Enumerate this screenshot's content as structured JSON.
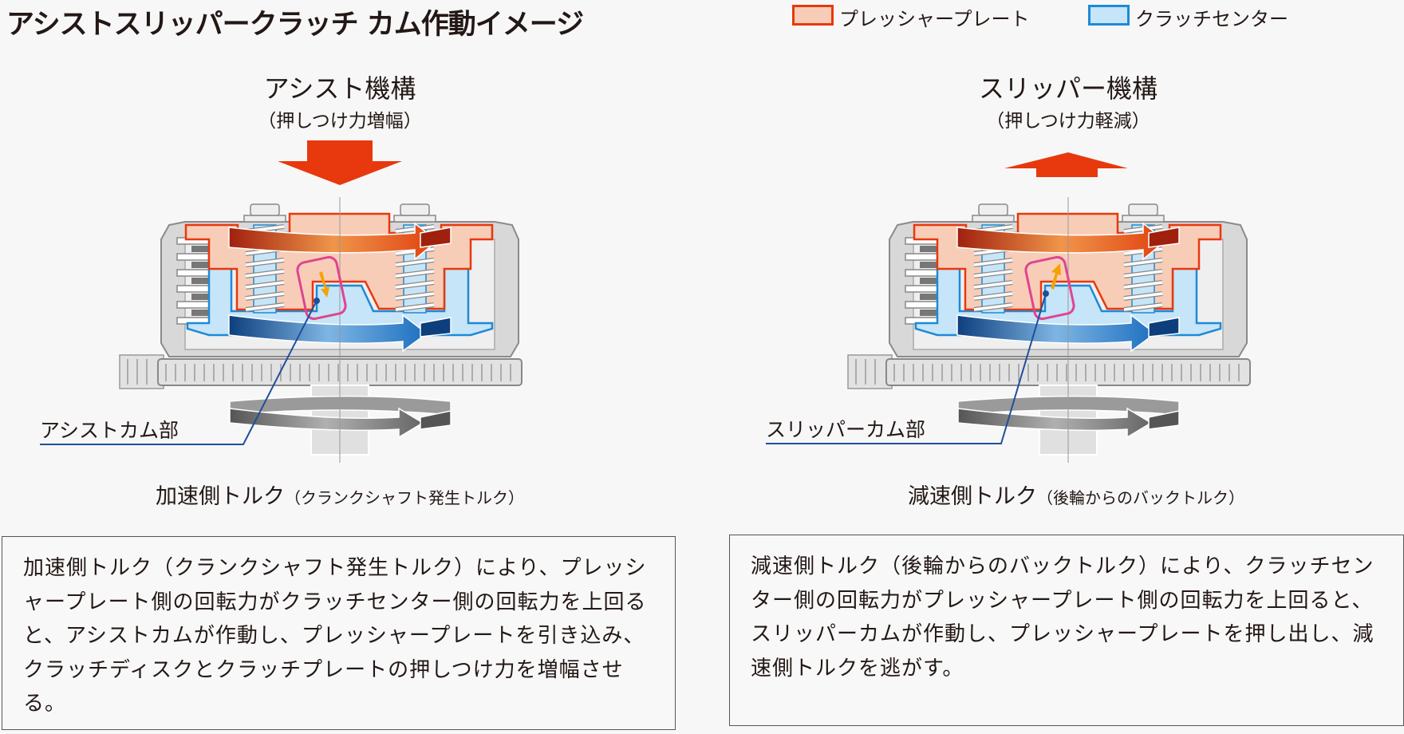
{
  "title": "アシストスリッパークラッチ カム作動イメージ",
  "legend": [
    {
      "label": "プレッシャープレート",
      "fill": "#f8cdb8",
      "stroke": "#e8380d"
    },
    {
      "label": "クラッチセンター",
      "fill": "#c6e5f8",
      "stroke": "#1d8ad6"
    }
  ],
  "assist": {
    "title": "アシスト機構",
    "subtitle": "（押しつけ力増幅）",
    "cam_label": "アシストカム部",
    "torque_main": "加速側トルク",
    "torque_note": "（クランクシャフト発生トルク）",
    "description": "加速側トルク（クランクシャフト発生トルク）により、プレッシャープレート側の回転力がクラッチセンター側の回転力を上回ると、アシストカムが作動し、プレッシャープレートを引き込み、クラッチディスクとクラッチプレートの押しつけ力を増幅させる。"
  },
  "slipper": {
    "title": "スリッパー機構",
    "subtitle": "（押しつけ力軽減）",
    "cam_label": "スリッパーカム部",
    "torque_main": "減速側トルク",
    "torque_note": "（後輪からのバックトルク）",
    "description": "減速側トルク（後輪からのバックトルク）により、クラッチセンター側の回転力がプレッシャープレート側の回転力を上回ると、スリッパーカムが作動し、プレッシャープレートを押し出し、減速側トルクを逃がす。"
  },
  "colors": {
    "force_arrow": "#e8380d",
    "cam_frame": "#e0448f",
    "cam_arrow": "#f5a200",
    "leader": "#1f4f9a"
  }
}
